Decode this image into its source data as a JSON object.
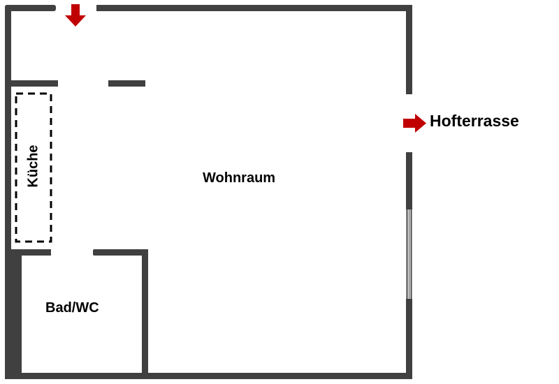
{
  "rooms": {
    "living": "Wohnraum",
    "kitchen": "Küche",
    "bath": "Bad/WC"
  },
  "exit_label": "Hofterrasse",
  "colors": {
    "wall": "#404040",
    "arrow": "#c00000"
  },
  "icons": {
    "entrance": "arrow-down-icon",
    "exit": "arrow-right-icon"
  }
}
